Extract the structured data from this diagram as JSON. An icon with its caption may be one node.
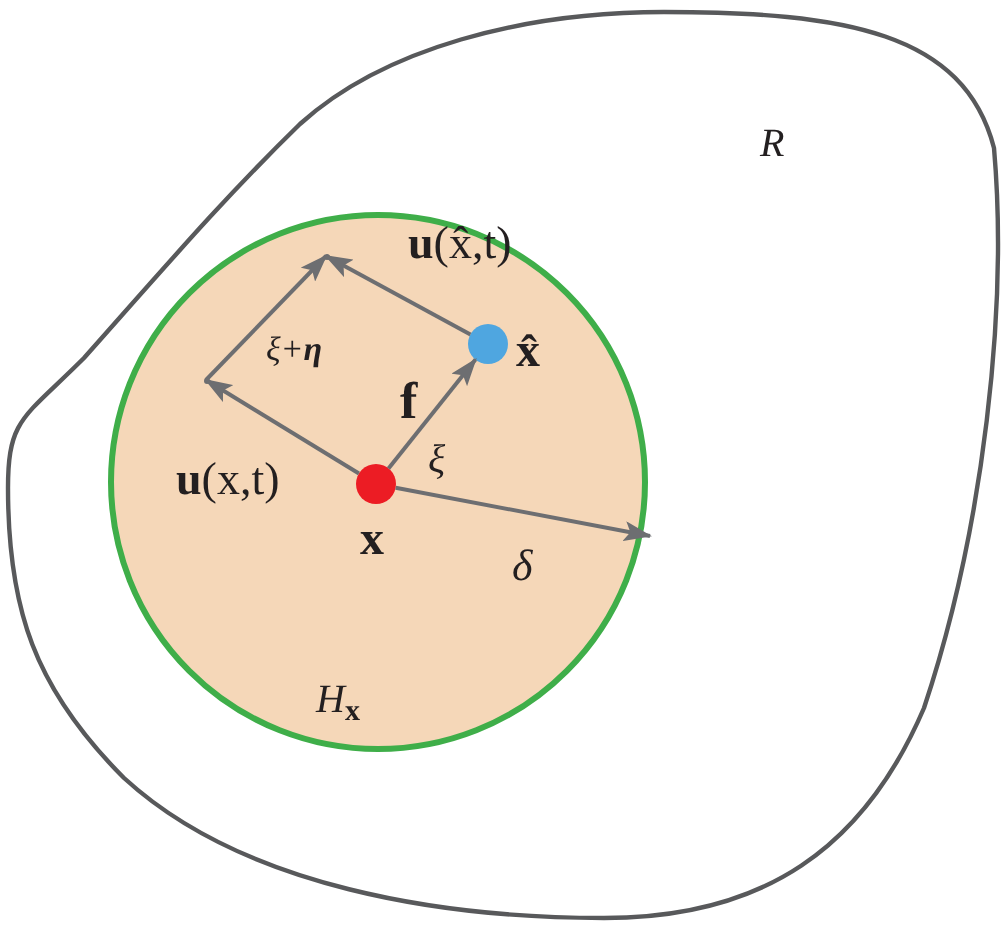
{
  "diagram": {
    "nodes": [
      {
        "text": [
          "R"
        ]
      },
      {
        "text": [
          "*H*$_{x}$"
        ],
        "in": 0
      },
      {
        "text": [
          "x"
        ],
        "in": 1
      },
      {
        "text": [
          "x̂"
        ],
        "in": 1
      },
      {
        "text": [],
        "shape": "vertex",
        "in": 1
      },
      {
        "text": [],
        "shape": "vertex",
        "in": 1
      }
    ],
    "edges": [
      {
        "from": 2,
        "to": 3,
        "arrow": "to",
        "label": "ξ"
      },
      {
        "from": 2,
        "to": 4,
        "arrow": "to",
        "label": "**u**(x,t)"
      },
      {
        "from": 4,
        "to": 5,
        "arrow": "to",
        "label": "ξ+**η**"
      },
      {
        "from": 3,
        "to": 5,
        "arrow": "to",
        "label": "**u**(x̂,t)"
      },
      {
        "from": 2,
        "to": 1,
        "arrow": "to",
        "label": "δ"
      }
    ],
    "labels": [
      "f"
    ]
  }
}
